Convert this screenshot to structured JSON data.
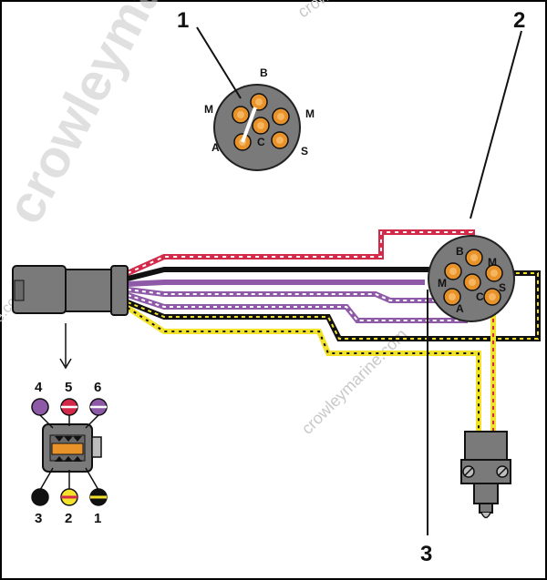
{
  "watermark": {
    "large": "crowleymarine",
    "small": "crowleymarine.com",
    "tail": "e.com"
  },
  "callouts": [
    "1",
    "2",
    "3"
  ],
  "switch_face_pins": {
    "B": "B",
    "M_left": "M",
    "M_right": "M",
    "C": "C",
    "A": "A",
    "S": "S"
  },
  "connector_pins": [
    "4",
    "5",
    "6",
    "3",
    "2",
    "1"
  ],
  "colors": {
    "red": "#d42a4a",
    "black": "#111111",
    "purple": "#8e5aa8",
    "yellow": "#f2e229",
    "orange": "#e8922a",
    "gray": "#7a7a7a",
    "lightgray": "#bdbdbd"
  }
}
